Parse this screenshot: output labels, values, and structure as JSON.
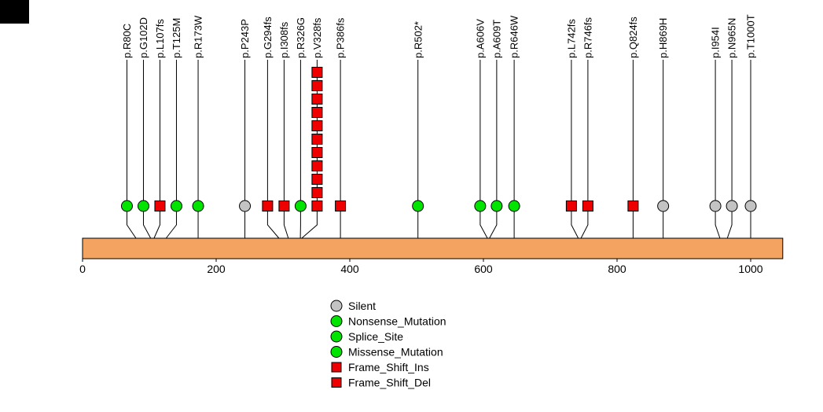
{
  "chart_data": {
    "type": "lollipop",
    "title": "",
    "xlabel": "",
    "xlim": [
      0,
      1048
    ],
    "xticks": [
      0,
      200,
      400,
      600,
      800,
      1000
    ],
    "protein_length": 1048,
    "bar_color": "#F4A460",
    "colors": {
      "silent": "#C3C3C3",
      "missense": "#00E400",
      "frameshift": "#EE0000",
      "stroke": "#000000"
    },
    "mutations": [
      {
        "label": "p.R80C",
        "pos": 80,
        "shape": "circle",
        "color": "#00E400",
        "count": 1
      },
      {
        "label": "p.G102D",
        "pos": 102,
        "shape": "circle",
        "color": "#00E400",
        "count": 1
      },
      {
        "label": "p.L107fs",
        "pos": 107,
        "shape": "square",
        "color": "#EE0000",
        "count": 1
      },
      {
        "label": "p.T125M",
        "pos": 125,
        "shape": "circle",
        "color": "#00E400",
        "count": 1
      },
      {
        "label": "p.R173W",
        "pos": 173,
        "shape": "circle",
        "color": "#00E400",
        "count": 1
      },
      {
        "label": "p.P243P",
        "pos": 243,
        "shape": "circle",
        "color": "#C3C3C3",
        "count": 1
      },
      {
        "label": "p.G294fs",
        "pos": 294,
        "shape": "square",
        "color": "#EE0000",
        "count": 1
      },
      {
        "label": "p.I308fs",
        "pos": 308,
        "shape": "square",
        "color": "#EE0000",
        "count": 1
      },
      {
        "label": "p.R326G",
        "pos": 326,
        "shape": "circle",
        "color": "#00E400",
        "count": 1
      },
      {
        "label": "p.V328fs",
        "pos": 328,
        "shape": "square",
        "color": "#EE0000",
        "count": 11
      },
      {
        "label": "p.P386fs",
        "pos": 386,
        "shape": "square",
        "color": "#EE0000",
        "count": 1
      },
      {
        "label": "p.R502*",
        "pos": 502,
        "shape": "circle",
        "color": "#00E400",
        "count": 1
      },
      {
        "label": "p.A606V",
        "pos": 606,
        "shape": "circle",
        "color": "#00E400",
        "count": 1
      },
      {
        "label": "p.A609T",
        "pos": 609,
        "shape": "circle",
        "color": "#00E400",
        "count": 1
      },
      {
        "label": "p.R646W",
        "pos": 646,
        "shape": "circle",
        "color": "#00E400",
        "count": 1
      },
      {
        "label": "p.L742fs",
        "pos": 742,
        "shape": "square",
        "color": "#EE0000",
        "count": 1
      },
      {
        "label": "p.R746fs",
        "pos": 746,
        "shape": "square",
        "color": "#EE0000",
        "count": 1
      },
      {
        "label": "p.Q824fs",
        "pos": 824,
        "shape": "square",
        "color": "#EE0000",
        "count": 1
      },
      {
        "label": "p.H869H",
        "pos": 869,
        "shape": "circle",
        "color": "#C3C3C3",
        "count": 1
      },
      {
        "label": "p.I954I",
        "pos": 954,
        "shape": "circle",
        "color": "#C3C3C3",
        "count": 1
      },
      {
        "label": "p.N965N",
        "pos": 965,
        "shape": "circle",
        "color": "#C3C3C3",
        "count": 1
      },
      {
        "label": "p.T1000T",
        "pos": 1000,
        "shape": "circle",
        "color": "#C3C3C3",
        "count": 1
      }
    ],
    "legend": [
      {
        "label": "Silent",
        "shape": "circle",
        "color": "#C3C3C3"
      },
      {
        "label": "Nonsense_Mutation",
        "shape": "circle",
        "color": "#00E400"
      },
      {
        "label": "Splice_Site",
        "shape": "circle",
        "color": "#00E400"
      },
      {
        "label": "Missense_Mutation",
        "shape": "circle",
        "color": "#00E400"
      },
      {
        "label": "Frame_Shift_Ins",
        "shape": "square",
        "color": "#EE0000"
      },
      {
        "label": "Frame_Shift_Del",
        "shape": "square",
        "color": "#EE0000"
      }
    ]
  }
}
